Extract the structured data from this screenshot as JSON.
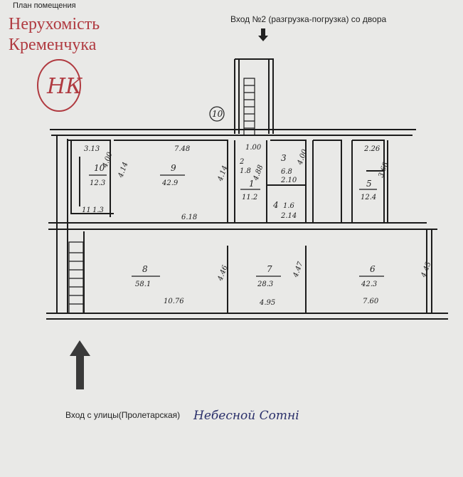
{
  "logo": {
    "line1": "Нерухомість",
    "line2": "Кременчука",
    "monogram": "НК",
    "color": "#b03a40"
  },
  "plan_title": "План помещения",
  "entry2_label": "Вход №2 (разгрузка-погрузка) со двора",
  "entry1_label": "Вход с улицы(Пролетарская)",
  "street_handwritten": "Небесной Сотні",
  "floor_marker": "10",
  "rooms": [
    {
      "num": "10",
      "area": "12.3"
    },
    {
      "num": "9",
      "area": "42.9"
    },
    {
      "num": "1",
      "area": "11.2"
    },
    {
      "num": "3",
      "area": "6.8"
    },
    {
      "num": "4",
      "area": "1.6"
    },
    {
      "num": "5",
      "area": "12.4"
    },
    {
      "num": "11",
      "area": "1.3"
    },
    {
      "num": "8",
      "area": "58.1"
    },
    {
      "num": "7",
      "area": "28.3"
    },
    {
      "num": "6",
      "area": "42.3"
    },
    {
      "num": "2",
      "area": "1.8"
    }
  ],
  "dimensions": {
    "d1": "3.13",
    "d2": "7.48",
    "d3": "1.00",
    "d4": "2.26",
    "d5": "6.18",
    "d6": "2.10",
    "d7": "2.14",
    "d8": "10.76",
    "d9": "4.95",
    "d10": "7.60",
    "h1": "4.00",
    "h2": "4.14",
    "h3": "4.14",
    "h4": "4.88",
    "h5": "3.68",
    "h6": "4.46",
    "h7": "4.47",
    "h8": "4.43",
    "h9": "4.00"
  }
}
